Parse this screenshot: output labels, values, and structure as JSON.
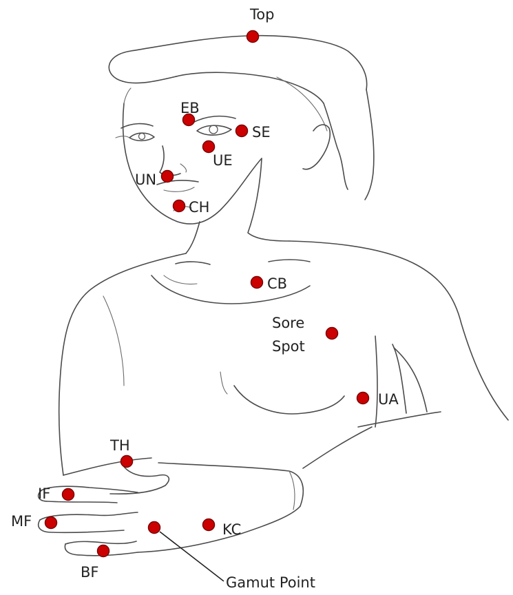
{
  "diagram": {
    "point_color": "#cc0000",
    "points": [
      {
        "id": "top",
        "label": "Top"
      },
      {
        "id": "eb",
        "label": "EB"
      },
      {
        "id": "se",
        "label": "SE"
      },
      {
        "id": "ue",
        "label": "UE"
      },
      {
        "id": "un",
        "label": "UN"
      },
      {
        "id": "ch",
        "label": "CH"
      },
      {
        "id": "cb",
        "label": "CB"
      },
      {
        "id": "sore",
        "label": "Sore",
        "label2": "Spot"
      },
      {
        "id": "ua",
        "label": "UA"
      },
      {
        "id": "th",
        "label": "TH"
      },
      {
        "id": "if",
        "label": "IF"
      },
      {
        "id": "mf",
        "label": "MF"
      },
      {
        "id": "bf",
        "label": "BF"
      },
      {
        "id": "kc",
        "label": "KC"
      },
      {
        "id": "gamut",
        "label": "Gamut Point"
      }
    ]
  }
}
